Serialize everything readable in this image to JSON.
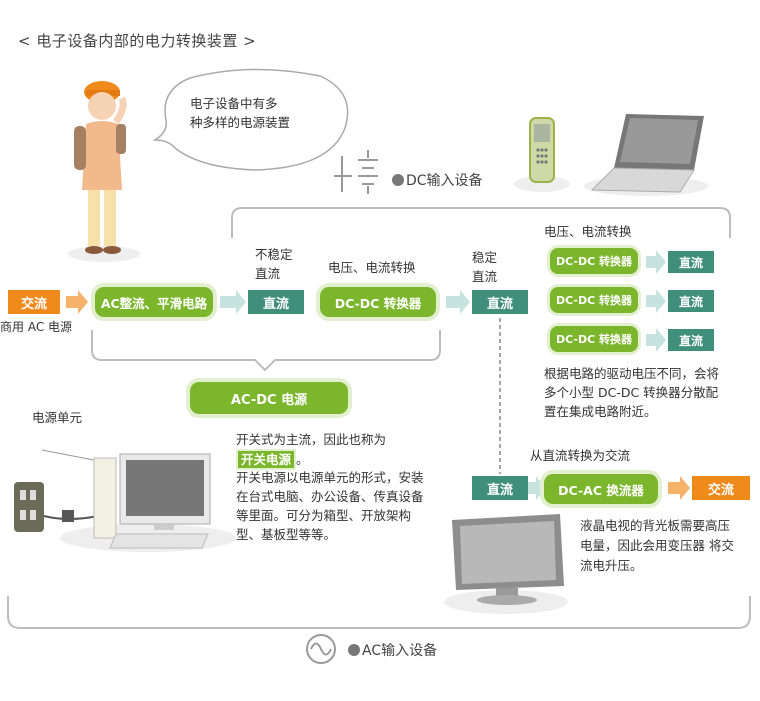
{
  "title": "< 电子设备内部的电力转换装置 >",
  "speech": {
    "line1": "电子设备中有多",
    "line2": "种多样的电源装置"
  },
  "dc_input": {
    "label": "DC输入设备"
  },
  "ac_input": {
    "label": "AC输入设备"
  },
  "left": {
    "jiaoliu": "交流",
    "commercial_ac": "商用 AC 电源"
  },
  "flow": {
    "ac_rectifier": "AC整流、平滑电路",
    "unstable_l1": "不稳定",
    "unstable_l2": "直流",
    "zhiliu1": "直流",
    "conv_label": "电压、电流转换",
    "dcdc_main": "DC-DC 转换器",
    "stable_l1": "稳定",
    "stable_l2": "直流",
    "zhiliu2": "直流"
  },
  "right": {
    "conv_label": "电压、电流转换",
    "dcdc_small": [
      "DC-DC 转换器",
      "DC-DC 转换器",
      "DC-DC 转换器"
    ],
    "outputs": [
      "直流",
      "直流",
      "直流"
    ],
    "note": [
      "根据电路的驱动电压不同，会将",
      "多个小型 DC-DC 转换器分散配",
      "置在集成电路附近。"
    ]
  },
  "acdc": {
    "label": "AC-DC 电源",
    "power_unit": "电源单元",
    "desc_l1": "开关式为主流，因此也称为",
    "highlight": "开关电源",
    "desc_after": "。",
    "desc_rest": [
      "开关电源以电源单元的形式，安装",
      "在台式电脑、办公设备、传真设备",
      "等里面。可分为箱型、开放架构",
      "型、基板型等等。"
    ]
  },
  "inverter": {
    "label": "从直流转换为交流",
    "zhiliu": "直流",
    "box": "DC-AC 换流器",
    "jiaoliu": "交流",
    "note": [
      "液晶电视的背光板需要高压",
      "电量，因此会用变压器 将交",
      "流电升压。"
    ]
  },
  "colors": {
    "green": "#7bb62d",
    "teal": "#3f8f7a",
    "orange": "#f08a1a"
  }
}
